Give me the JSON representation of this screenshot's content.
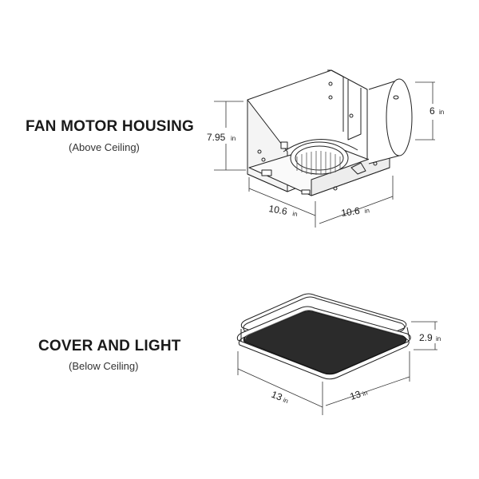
{
  "sections": [
    {
      "title": "FAN MOTOR HOUSING",
      "subtitle": "(Above Ceiling)",
      "dimensions": {
        "height": {
          "value": "7.95",
          "unit": "in"
        },
        "duct": {
          "value": "6",
          "unit": "in"
        },
        "width_left": {
          "value": "10.6",
          "unit": "in"
        },
        "width_right": {
          "value": "10.6",
          "unit": "in"
        }
      }
    },
    {
      "title": "COVER AND LIGHT",
      "subtitle": "(Below Ceiling)",
      "dimensions": {
        "height": {
          "value": "2.9",
          "unit": "in"
        },
        "width_left": {
          "value": "13",
          "unit": "in"
        },
        "width_right": {
          "value": "13",
          "unit": "in"
        }
      }
    }
  ]
}
